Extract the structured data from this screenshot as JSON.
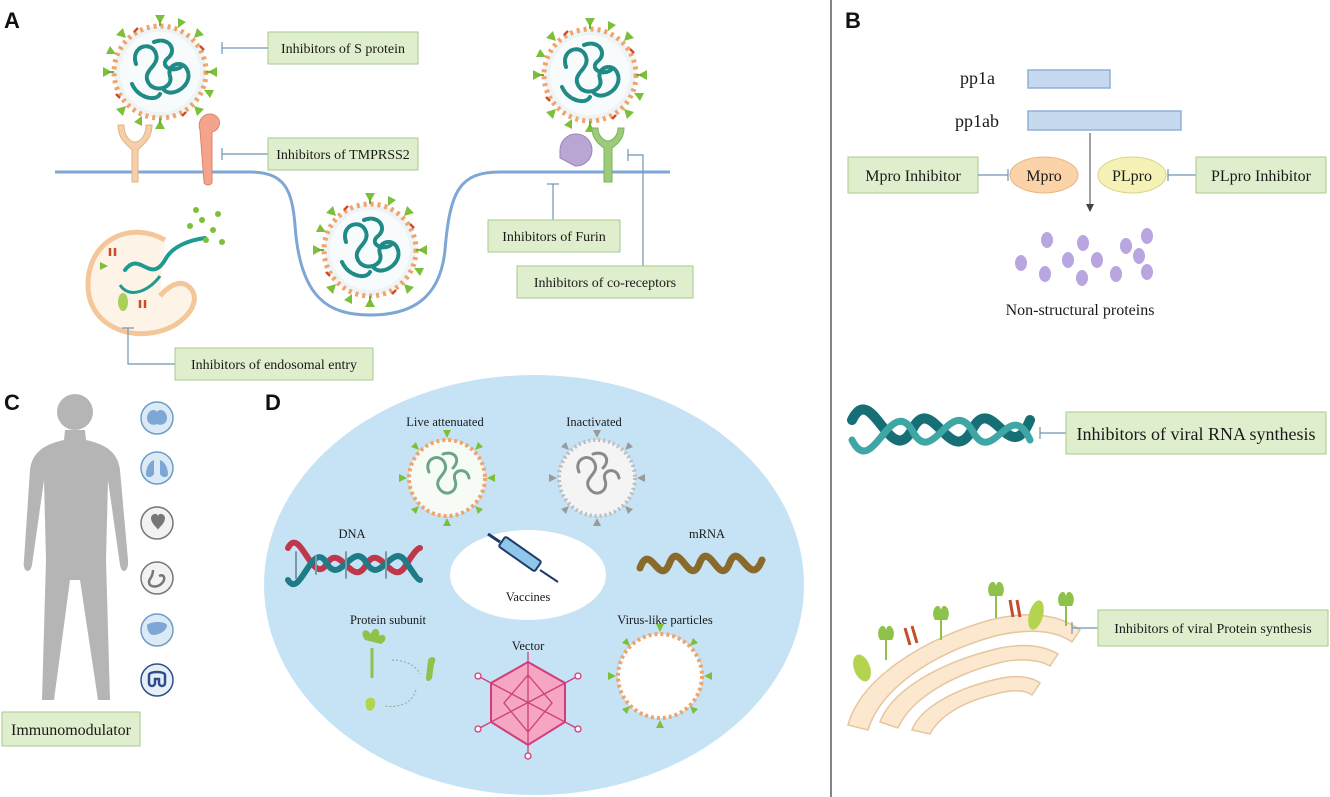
{
  "panels": {
    "a": "A",
    "b": "B",
    "c": "C",
    "d": "D"
  },
  "panel_a": {
    "s_protein": "Inhibitors of S protein",
    "tmprss2": "Inhibitors of TMPRSS2",
    "furin": "Inhibitors of Furin",
    "coreceptors": "Inhibitors of co-receptors",
    "endosomal": "Inhibitors of endosomal entry"
  },
  "panel_b": {
    "pp1a": "pp1a",
    "pp1ab": "pp1ab",
    "mpro": "Mpro",
    "plpro": "PLpro",
    "mpro_inhibitor": "Mpro Inhibitor",
    "plpro_inhibitor": "PLpro Inhibitor",
    "nsp": "Non-structural proteins",
    "rna_synthesis": "Inhibitors of viral RNA synthesis",
    "protein_synthesis": "Inhibitors of viral Protein synthesis"
  },
  "panel_c": {
    "immunomodulator": "Immunomodulator",
    "organs": [
      "brain-icon",
      "lungs-icon",
      "heart-icon",
      "stomach-icon",
      "liver-icon",
      "intestine-icon"
    ]
  },
  "panel_d": {
    "live": "Live attenuated",
    "inactivated": "Inactivated",
    "dna": "DNA",
    "mrna": "mRNA",
    "vaccines": "Vaccines",
    "protein_subunit": "Protein subunit",
    "vector": "Vector",
    "vlp": "Virus-like particles"
  },
  "colors": {
    "label_box": "#dfeecc",
    "membrane": "#7ea7d6",
    "vaccine_bg": "#c6e3f5",
    "virus_rna": "#1e8a8a",
    "spike": "#7cbf3a"
  }
}
